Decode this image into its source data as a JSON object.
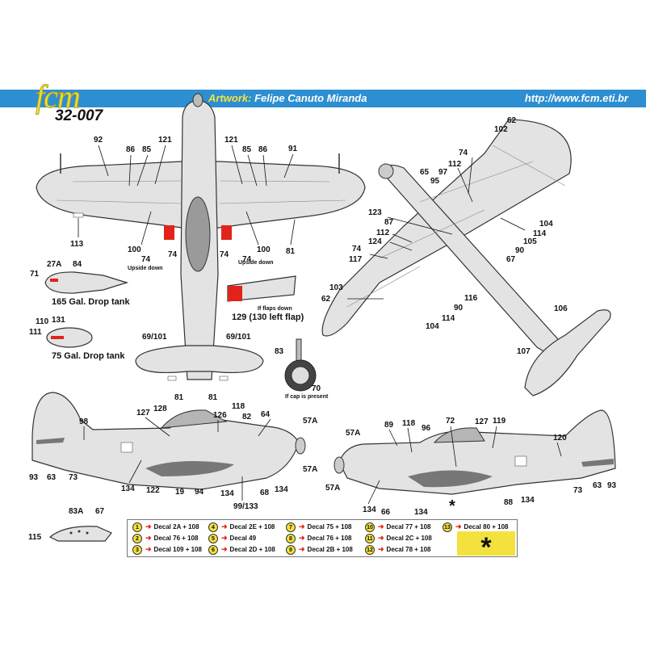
{
  "header": {
    "logo": "fcm",
    "code": "32-007",
    "artwork_label": "Artwork:",
    "artwork_name": "Felipe Canuto Miranda",
    "url": "http://www.fcm.eti.br"
  },
  "colors": {
    "banner": "#2d8fd1",
    "logo_yellow": "#f1e23a",
    "marking_red": "#e2231a",
    "aircraft_grey": "#dcdcdc",
    "panel_grey": "#777777"
  },
  "top_view": {
    "labels": [
      "92",
      "86",
      "85",
      "121",
      "121",
      "85",
      "86",
      "91",
      "113",
      "100",
      "74",
      "74",
      "74",
      "74",
      "100",
      "81"
    ],
    "upside_down_left": "Upside down",
    "upside_down_right": "Upside down",
    "tail_left": "69/101",
    "tail_right": "69/101",
    "tail_81_left": "81",
    "tail_81_right": "81"
  },
  "drop_tanks": {
    "tank165_labels": [
      "27A",
      "84",
      "71"
    ],
    "tank165_caption": "165 Gal. Drop tank",
    "tank75_labels": [
      "110",
      "131",
      "111"
    ],
    "tank75_caption": "75 Gal. Drop tank"
  },
  "flap": {
    "note": "If flaps down",
    "caption": "129 (130 left flap)"
  },
  "wheel": {
    "labels": [
      "83",
      "70"
    ],
    "note": "If cap is present"
  },
  "bottom_view": {
    "labels": [
      "62",
      "102",
      "74",
      "112",
      "97",
      "65",
      "95",
      "123",
      "87",
      "104",
      "114",
      "105",
      "112",
      "124",
      "90",
      "67",
      "74",
      "117",
      "103",
      "62",
      "116",
      "90",
      "114",
      "104",
      "106",
      "107"
    ]
  },
  "left_side": {
    "labels": [
      "98",
      "127",
      "128",
      "126",
      "118",
      "82",
      "64",
      "57A",
      "57A",
      "93",
      "63",
      "73",
      "134",
      "122",
      "19",
      "94",
      "134",
      "68",
      "134",
      "99/133"
    ]
  },
  "right_side": {
    "labels": [
      "57A",
      "89",
      "118",
      "96",
      "72",
      "127",
      "119",
      "120",
      "57A",
      "134",
      "66",
      "134",
      "88",
      "134",
      "73",
      "63",
      "93"
    ],
    "star": "*"
  },
  "detail": {
    "labels": [
      "83A",
      "67",
      "115"
    ]
  },
  "legend": [
    {
      "n": "1",
      "text": "Decal 2A + 108"
    },
    {
      "n": "4",
      "text": "Decal 2E + 108"
    },
    {
      "n": "7",
      "text": "Decal 75 + 108"
    },
    {
      "n": "10",
      "text": "Decal 77 + 108"
    },
    {
      "n": "13",
      "text": "Decal 80 + 108"
    },
    {
      "n": "2",
      "text": "Decal 76 + 108"
    },
    {
      "n": "5",
      "text": "Decal 49"
    },
    {
      "n": "8",
      "text": "Decal 76 + 108"
    },
    {
      "n": "11",
      "text": "Decal 2C + 108"
    },
    {
      "n": "3",
      "text": "Decal 109 + 108"
    },
    {
      "n": "6",
      "text": "Decal 2D + 108"
    },
    {
      "n": "9",
      "text": "Decal 2B + 108"
    },
    {
      "n": "12",
      "text": "Decal 78 + 108"
    }
  ],
  "legend_star": "*"
}
